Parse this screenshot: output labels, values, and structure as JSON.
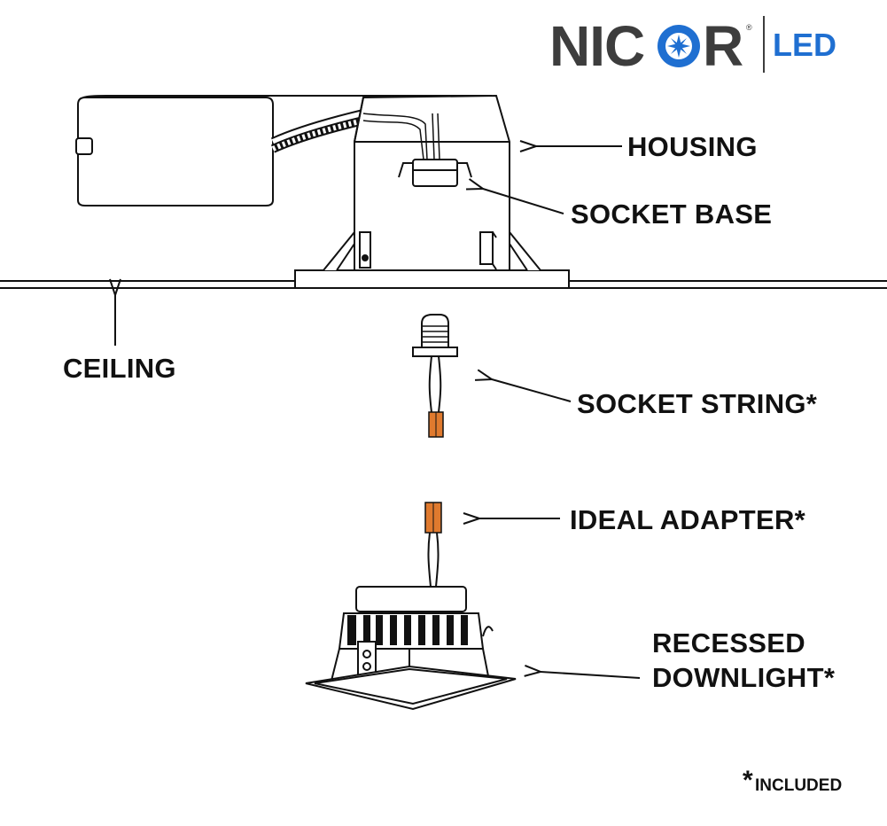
{
  "logo": {
    "brand_left": "NIC",
    "brand_right": "R",
    "registered": "®",
    "suffix": "LED",
    "brand_color": "#3d3d3d",
    "accent_color": "#1f6fd1",
    "icon": "starburst-o-icon"
  },
  "labels": {
    "housing": "HOUSING",
    "socket_base": "SOCKET BASE",
    "ceiling": "CEILING",
    "socket_string": "SOCKET STRING*",
    "ideal_adapter": "IDEAL ADAPTER*",
    "recessed_line1": "RECESSED",
    "recessed_line2": "DOWNLIGHT*"
  },
  "footnote": {
    "asterisk": "*",
    "text": "INCLUDED"
  },
  "colors": {
    "line": "#111111",
    "connector": "#e07a2e"
  }
}
